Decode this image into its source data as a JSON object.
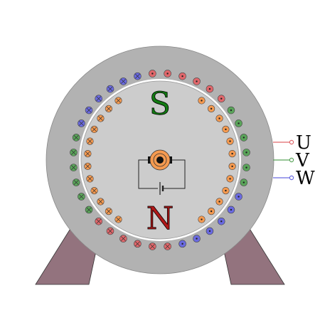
{
  "diagram": {
    "colors": {
      "stator": "#b2b2b2",
      "rotor": "#cccccc",
      "air_gap": "#ffffff",
      "feet": "#93737e",
      "rotor_dot": "#f59a50",
      "phase_u": "#e0676b",
      "phase_v": "#5aa45a",
      "phase_w": "#6a6ae0",
      "pole_s": "#127a12",
      "pole_n": "#b01818"
    },
    "poles": [
      {
        "id": "south",
        "label": "S",
        "color_key": "pole_s"
      },
      {
        "id": "north",
        "label": "N",
        "color_key": "pole_n"
      }
    ],
    "phases": [
      {
        "id": "u",
        "label": "U",
        "color_key": "phase_u"
      },
      {
        "id": "v",
        "label": "V",
        "color_key": "phase_v"
      },
      {
        "id": "w",
        "label": "W",
        "color_key": "phase_w"
      }
    ]
  }
}
